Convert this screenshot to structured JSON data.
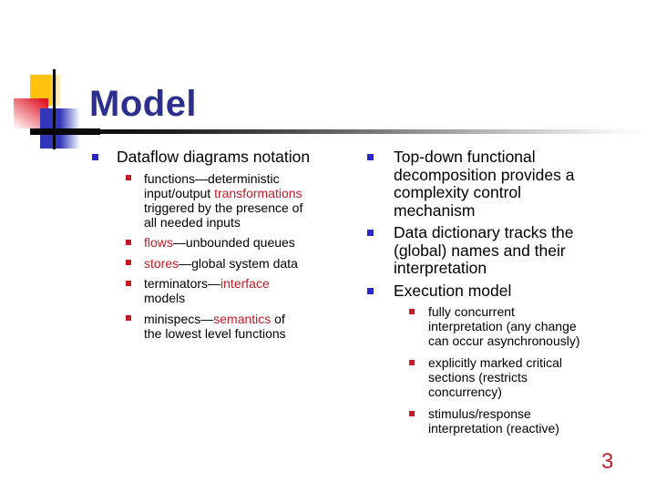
{
  "slide": {
    "title": "Model",
    "page_number": "3",
    "colors": {
      "title": "#2D2F8F",
      "text": "#000000",
      "keyword": "#C31A26",
      "bullet_level1": "#2828C8",
      "bullet_level2": "#C41A25",
      "page_number": "#C02233",
      "logo_yellow": "#FFC20E",
      "logo_red": "#E01826",
      "logo_blue": "#3137B8"
    },
    "columns": [
      {
        "items": [
          {
            "level": 1,
            "runs": [
              {
                "text": "Dataflow diagrams notation"
              }
            ]
          },
          {
            "level": 2,
            "runs": [
              {
                "text": "functions—deterministic\ninput/output "
              },
              {
                "text": "transformations",
                "keyword": true
              },
              {
                "text": "\ntriggered by the presence of\nall needed inputs"
              }
            ]
          },
          {
            "level": 2,
            "runs": [
              {
                "text": "flows",
                "keyword": true
              },
              {
                "text": "—unbounded queues"
              }
            ]
          },
          {
            "level": 2,
            "runs": [
              {
                "text": "stores",
                "keyword": true
              },
              {
                "text": "—global system data"
              }
            ]
          },
          {
            "level": 2,
            "runs": [
              {
                "text": "terminators—"
              },
              {
                "text": "interface",
                "keyword": true
              },
              {
                "text": "\nmodels"
              }
            ]
          },
          {
            "level": 2,
            "runs": [
              {
                "text": "minispecs—"
              },
              {
                "text": "semantics",
                "keyword": true
              },
              {
                "text": " of\nthe lowest level functions"
              }
            ]
          }
        ]
      },
      {
        "items": [
          {
            "level": 1,
            "runs": [
              {
                "text": "Top-down functional\ndecomposition provides a\ncomplexity control\nmechanism"
              }
            ]
          },
          {
            "level": 1,
            "runs": [
              {
                "text": "Data dictionary tracks the\n(global) names and their\ninterpretation"
              }
            ]
          },
          {
            "level": 1,
            "runs": [
              {
                "text": "Execution model"
              }
            ]
          },
          {
            "level": 2,
            "runs": [
              {
                "text": "fully concurrent\ninterpretation (any change\ncan occur asynchronously)"
              }
            ]
          },
          {
            "level": 2,
            "runs": [
              {
                "text": "explicitly marked critical\nsections (restricts\nconcurrency)"
              }
            ]
          },
          {
            "level": 2,
            "runs": [
              {
                "text": "stimulus/response\ninterpretation (reactive)"
              }
            ]
          }
        ]
      }
    ]
  }
}
